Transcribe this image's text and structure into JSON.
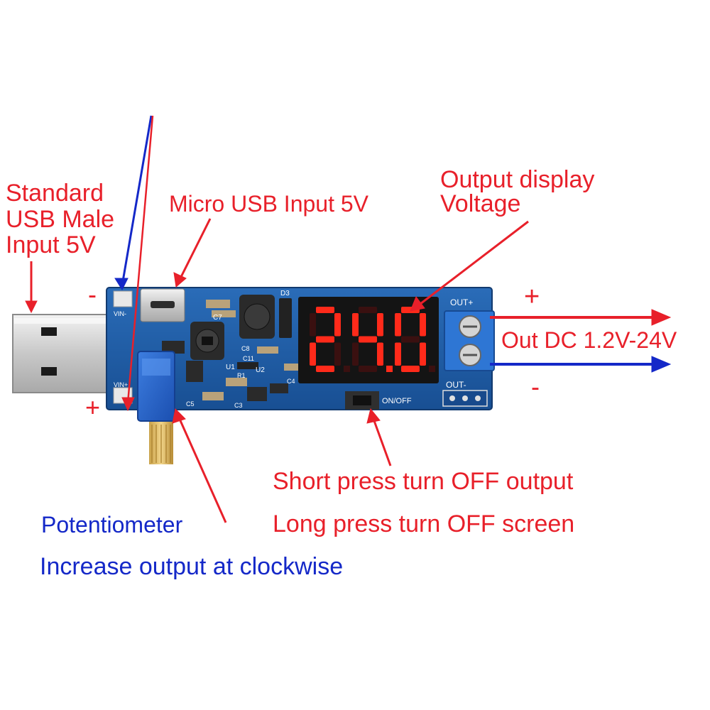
{
  "colors": {
    "annotation_red": "#e8202a",
    "annotation_blue": "#1428c8",
    "pcb_blue": "#1f5fa8",
    "segment_red": "#ff2a1a",
    "terminal_blue": "#2a6fd0"
  },
  "labels": {
    "usb_male_input": [
      "Standard",
      "USB Male",
      "Input 5V"
    ],
    "micro_usb_input": "Micro USB Input 5V",
    "output_display": [
      "Output display",
      "Voltage"
    ],
    "out_dc": "Out DC 1.2V-24V",
    "short_press": "Short press turn OFF output",
    "long_press": "Long press turn OFF screen",
    "potentiometer": "Potentiometer",
    "clockwise": "Increase output at clockwise",
    "input_minus": "-",
    "input_plus": "+",
    "output_plus": "+",
    "output_minus": "-"
  },
  "board": {
    "display_value": "24.0",
    "silkscreen": {
      "vin_minus": "VIN-",
      "vin_plus": "VIN+",
      "out_plus": "OUT+",
      "out_minus": "OUT-",
      "on_off": "ON/OFF",
      "d3": "D3",
      "c7": "C7",
      "c8": "C8",
      "c11": "C11",
      "u1": "U1",
      "u2": "U2",
      "r1": "R1",
      "c5": "C5",
      "c3": "C3",
      "c4": "C4"
    }
  },
  "icons": [
    "arrow-icon",
    "usb-plug-icon",
    "inductor-icon",
    "screw-terminal-icon"
  ]
}
